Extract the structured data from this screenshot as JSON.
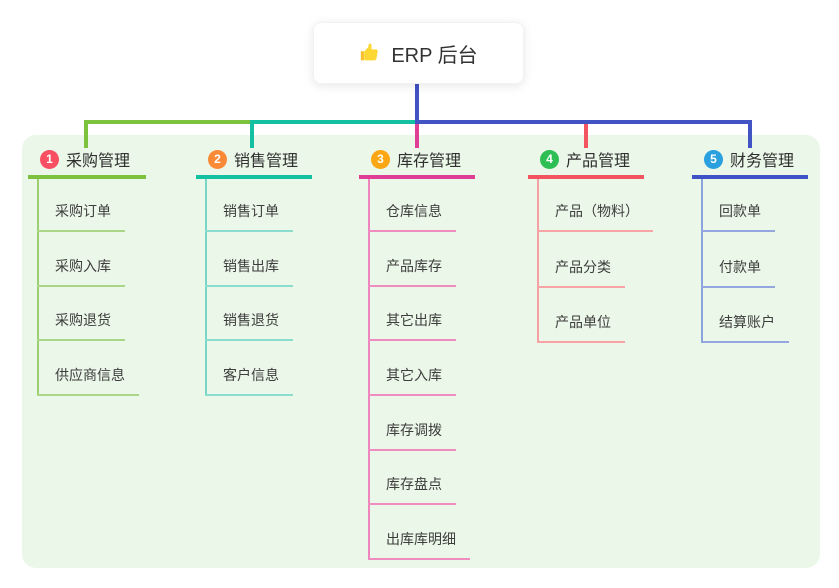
{
  "root": {
    "label": "ERP 后台",
    "icon": "thumbs-up-icon"
  },
  "colors": {
    "root_connector": "#4253c4",
    "panel_background": "#ebf7e8",
    "text": "#333333"
  },
  "branches": [
    {
      "number": "1",
      "label": "采购管理",
      "badge_color": "#f94f63",
      "line_color": "#7cc23d",
      "child_line_color": "#abd687",
      "children": [
        "采购订单",
        "采购入库",
        "采购退货",
        "供应商信息"
      ]
    },
    {
      "number": "2",
      "label": "销售管理",
      "badge_color": "#fb8a37",
      "line_color": "#14c0a2",
      "child_line_color": "#8adcce",
      "children": [
        "销售订单",
        "销售出库",
        "销售退货",
        "客户信息"
      ]
    },
    {
      "number": "3",
      "label": "库存管理",
      "badge_color": "#fca613",
      "line_color": "#e03d97",
      "child_line_color": "#ef8dc1",
      "children": [
        "仓库信息",
        "产品库存",
        "其它出库",
        "其它入库",
        "库存调拨",
        "库存盘点",
        "出库库明细"
      ]
    },
    {
      "number": "4",
      "label": "产品管理",
      "badge_color": "#2dbf53",
      "line_color": "#f25460",
      "child_line_color": "#f8a3a6",
      "children": [
        "产品（物料）",
        "产品分类",
        "产品单位"
      ]
    },
    {
      "number": "5",
      "label": "财务管理",
      "badge_color": "#2aa0df",
      "line_color": "#4053c6",
      "child_line_color": "#93a6de",
      "children": [
        "回款单",
        "付款单",
        "结算账户"
      ]
    }
  ]
}
